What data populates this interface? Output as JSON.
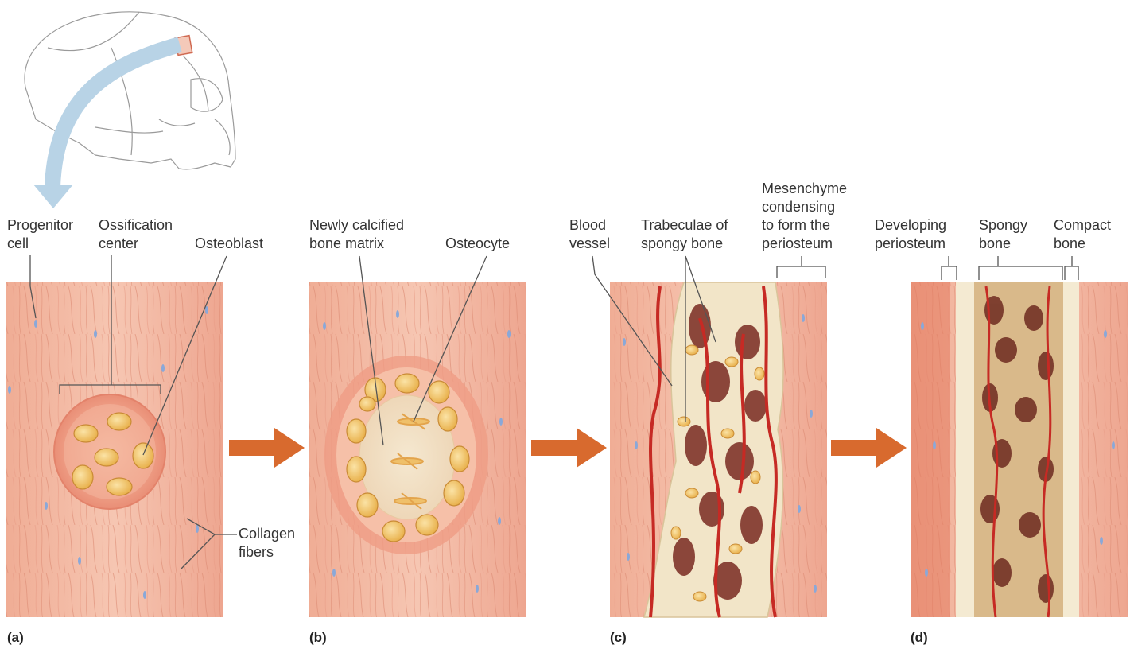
{
  "colors": {
    "tissue": "#f2b8a2",
    "tissue_dark": "#d97a63",
    "progenitor_cell": "#8aa8d8",
    "osteoblast": "#f0c66a",
    "bone": "#f4ead2",
    "vessel": "#c62a24",
    "arrow": "#d86a2e",
    "skull_arrow": "#b8d3e6"
  },
  "icons": {
    "skull": "skull-outline-icon",
    "process_arrow": "arrow-right-icon",
    "skull_arrow": "curved-arrow-down-icon"
  },
  "panel_a": {
    "label": "(a)",
    "annotations": {
      "progenitor": [
        "Progenitor",
        "cell"
      ],
      "ossification": [
        "Ossification",
        "center"
      ],
      "osteoblast": "Osteoblast",
      "collagen": [
        "Collagen",
        "fibers"
      ]
    }
  },
  "panel_b": {
    "label": "(b)",
    "annotations": {
      "matrix": [
        "Newly calcified",
        "bone matrix"
      ],
      "osteocyte": "Osteocyte"
    }
  },
  "panel_c": {
    "label": "(c)",
    "annotations": {
      "blood": [
        "Blood",
        "vessel"
      ],
      "trabeculae": [
        "Trabeculae of",
        "spongy bone"
      ],
      "mesenchyme": [
        "Mesenchyme",
        "condensing",
        "to form the",
        "periosteum"
      ]
    }
  },
  "panel_d": {
    "label": "(d)",
    "annotations": {
      "periosteum": [
        "Developing",
        "periosteum"
      ],
      "spongy": [
        "Spongy",
        "bone"
      ],
      "compact": [
        "Compact",
        "bone"
      ]
    }
  }
}
